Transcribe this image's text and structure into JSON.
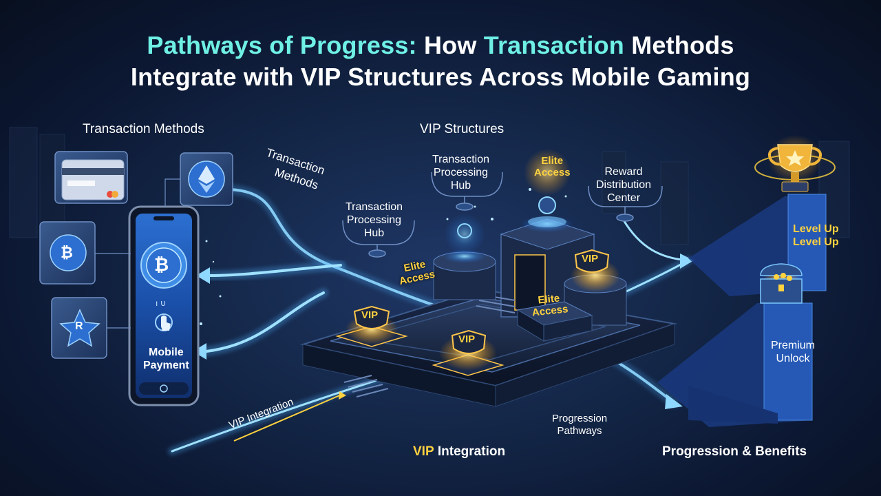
{
  "title": {
    "line1_part1": "Pathways of Progress:",
    "line1_part2": "How",
    "line1_part3": "Transaction",
    "line1_part4": "Methods",
    "line2": "Integrate with VIP Structures Across Mobile Gaming"
  },
  "sections": {
    "transaction_methods": "Transaction Methods",
    "vip_structures": "VIP Structures",
    "vip_integration_prefix": "VIP",
    "vip_integration_suffix": "Integration",
    "progression_benefits": "Progression & Benefits"
  },
  "labels": {
    "curved_transaction_methods_1": "Transaction",
    "curved_transaction_methods_2": "Methods",
    "hub_top": "Transaction\nProcessing\nHub",
    "hub_left": "Transaction\nProcessing\nHub",
    "elite_access_top_1": "Elite",
    "elite_access_top_2": "Access",
    "reward_center": "Reward\nDistribution\nCenter",
    "elite_access_left_1": "Elite",
    "elite_access_left_2": "Access",
    "elite_access_right_1": "Elite",
    "elite_access_right_2": "Access",
    "vip_badge": "VIP",
    "level_up_1": "Level Up",
    "level_up_2": "Level Up",
    "premium_unlock_1": "Premium",
    "premium_unlock_2": "Unlock",
    "mobile_payment_1": "Mobile",
    "mobile_payment_2": "Payment",
    "vip_integration_arrow": "VIP Integration",
    "progression_pathways_1": "Progression",
    "progression_pathways_2": "Pathways",
    "coin_bitcoin": "₿",
    "coin_r": "R",
    "phone_bottom_marks": "ı ∪"
  },
  "colors": {
    "accent_cyan": "#6ff0e4",
    "gold": "#ffd23f",
    "flow_blue": "#4fb3ff",
    "background": "#0f1f3d"
  }
}
